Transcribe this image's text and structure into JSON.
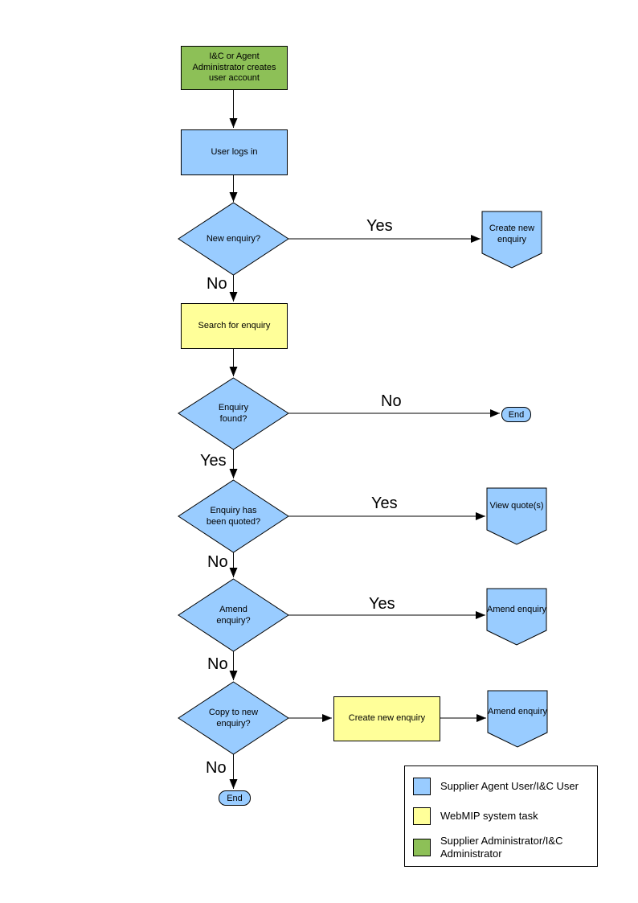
{
  "colors": {
    "process_blue": "#99CCFF",
    "system_yellow": "#FFFF99",
    "admin_green": "#8DC057",
    "outline": "#000000"
  },
  "nodes": {
    "create_account": {
      "label": "I&C or Agent Administrator creates user account"
    },
    "user_logs_in": {
      "label": "User logs in"
    },
    "new_enquiry_q": {
      "label": "New enquiry?"
    },
    "create_new_enquiry_top": {
      "label": "Create new enquiry"
    },
    "search_for_enquiry": {
      "label": "Search for enquiry"
    },
    "enquiry_found_q": {
      "label": "Enquiry found?"
    },
    "end_enquiry_found": {
      "label": "End"
    },
    "enquiry_quoted_q": {
      "label": "Enquiry has been quoted?"
    },
    "view_quotes": {
      "label": "View quote(s)"
    },
    "amend_enquiry_q": {
      "label": "Amend enquiry?"
    },
    "amend_enquiry_action": {
      "label": "Amend enquiry"
    },
    "copy_to_new_q": {
      "label": "Copy to new enquiry?"
    },
    "create_new_enquiry_copy": {
      "label": "Create new enquiry"
    },
    "amend_enquiry_copy": {
      "label": "Amend enquiry"
    },
    "end_final": {
      "label": "End"
    }
  },
  "edge_labels": {
    "new_enquiry_yes": "Yes",
    "new_enquiry_no": "No",
    "enquiry_found_no": "No",
    "enquiry_found_yes": "Yes",
    "enquiry_quoted_yes": "Yes",
    "enquiry_quoted_no": "No",
    "amend_yes": "Yes",
    "amend_no": "No",
    "copy_no": "No"
  },
  "legend": {
    "items": [
      {
        "label": "Supplier Agent User/I&C User",
        "color": "#99CCFF"
      },
      {
        "label": "WebMIP system task",
        "color": "#FFFF99"
      },
      {
        "label": "Supplier Administrator/I&C Administrator",
        "color": "#8DC057"
      }
    ]
  }
}
